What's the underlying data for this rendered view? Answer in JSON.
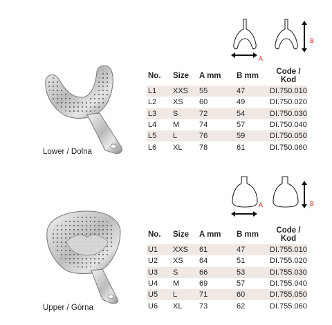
{
  "lower": {
    "caption": "Lower / Dolna",
    "headers": [
      "No.",
      "Size",
      "A mm",
      "B mm",
      "Code / Kod"
    ],
    "rows": [
      [
        "L1",
        "XXS",
        "55",
        "47",
        "DI.750.010"
      ],
      [
        "L2",
        "XS",
        "60",
        "49",
        "DI.750.020"
      ],
      [
        "L3",
        "S",
        "72",
        "54",
        "DI.750.030"
      ],
      [
        "L4",
        "M",
        "74",
        "57",
        "DI.750.040"
      ],
      [
        "L5",
        "L",
        "76",
        "59",
        "DI.750.050"
      ],
      [
        "L6",
        "XL",
        "78",
        "61",
        "DI.750.060"
      ]
    ],
    "diagram": {
      "label_a": "A",
      "label_b": "B"
    }
  },
  "upper": {
    "caption": "Upper / Górna",
    "headers": [
      "No.",
      "Size",
      "A mm",
      "B mm",
      "Code / Kod"
    ],
    "rows": [
      [
        "U1",
        "XXS",
        "61",
        "47",
        "DI.755.010"
      ],
      [
        "U2",
        "XS",
        "64",
        "51",
        "DI.755.020"
      ],
      [
        "U3",
        "S",
        "66",
        "53",
        "DI.755.030"
      ],
      [
        "U4",
        "M",
        "69",
        "57",
        "DI.755.040"
      ],
      [
        "U5",
        "L",
        "71",
        "60",
        "DI.755.050"
      ],
      [
        "U6",
        "XL",
        "73",
        "62",
        "DI.755.060"
      ]
    ],
    "diagram": {
      "label_a": "A",
      "label_b": "B"
    }
  },
  "colors": {
    "row_stripe": "#efe8e3",
    "arrow_label": "#d12020"
  }
}
